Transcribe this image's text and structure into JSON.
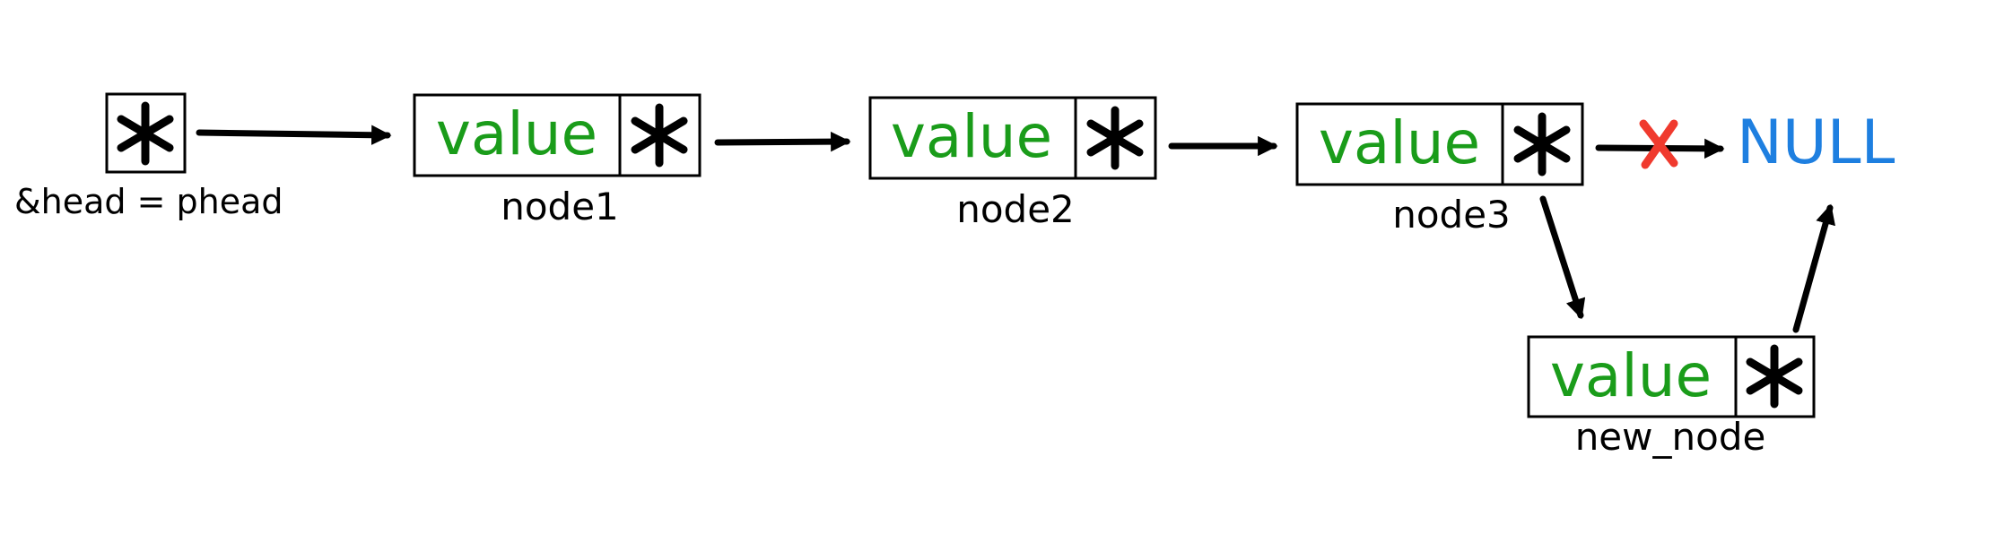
{
  "head": {
    "label": "&head = phead"
  },
  "nodes": [
    {
      "id": "node1",
      "name": "node1",
      "value_label": "value"
    },
    {
      "id": "node2",
      "name": "node2",
      "value_label": "value"
    },
    {
      "id": "node3",
      "name": "node3",
      "value_label": "value"
    },
    {
      "id": "new_node",
      "name": "new_node",
      "value_label": "value"
    }
  ],
  "null_label": "NULL",
  "colors": {
    "value_text": "#1a9c1a",
    "null_text": "#1e7fe0",
    "cut_mark": "#f03a2e",
    "stroke": "#000000"
  },
  "icons": {
    "pointer": "asterisk-pointer-icon",
    "cut": "cross-mark-icon"
  }
}
